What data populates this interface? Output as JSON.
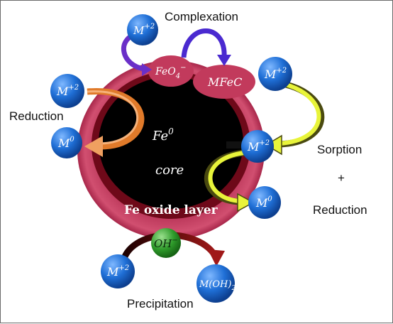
{
  "labels": {
    "complexation": "Complexation",
    "reduction": "Reduction",
    "sorption": "Sorption",
    "plus": "+",
    "reduction_right": "Reduction",
    "precipitation": "Precipitation",
    "oxide_layer": "Fe oxide layer"
  },
  "core": {
    "line1": "Fe",
    "line1_sup": "0",
    "line2": "core"
  },
  "species": {
    "feo4": "FeO",
    "feo4_sub": "4",
    "feo4_sup": "−",
    "mfec": "MFeC",
    "oh": "OH",
    "oh_sup": "−",
    "m_base": "M",
    "m_plus2": "+2",
    "m_zero": "0",
    "moh": "M(OH)",
    "moh_sub": "2"
  },
  "colors": {
    "ion_blue": "#1f6fd6",
    "outer_ring": "#c03c5e",
    "inner_ring": "#7a0a1e",
    "core": "#000000",
    "oh_green": "#2e9a2a",
    "arrow_orange": "#e07a2a",
    "arrow_yellow": "#e8f43a",
    "arrow_purple": "#6a2fc8",
    "arrow_darkred": "#8a1010"
  }
}
